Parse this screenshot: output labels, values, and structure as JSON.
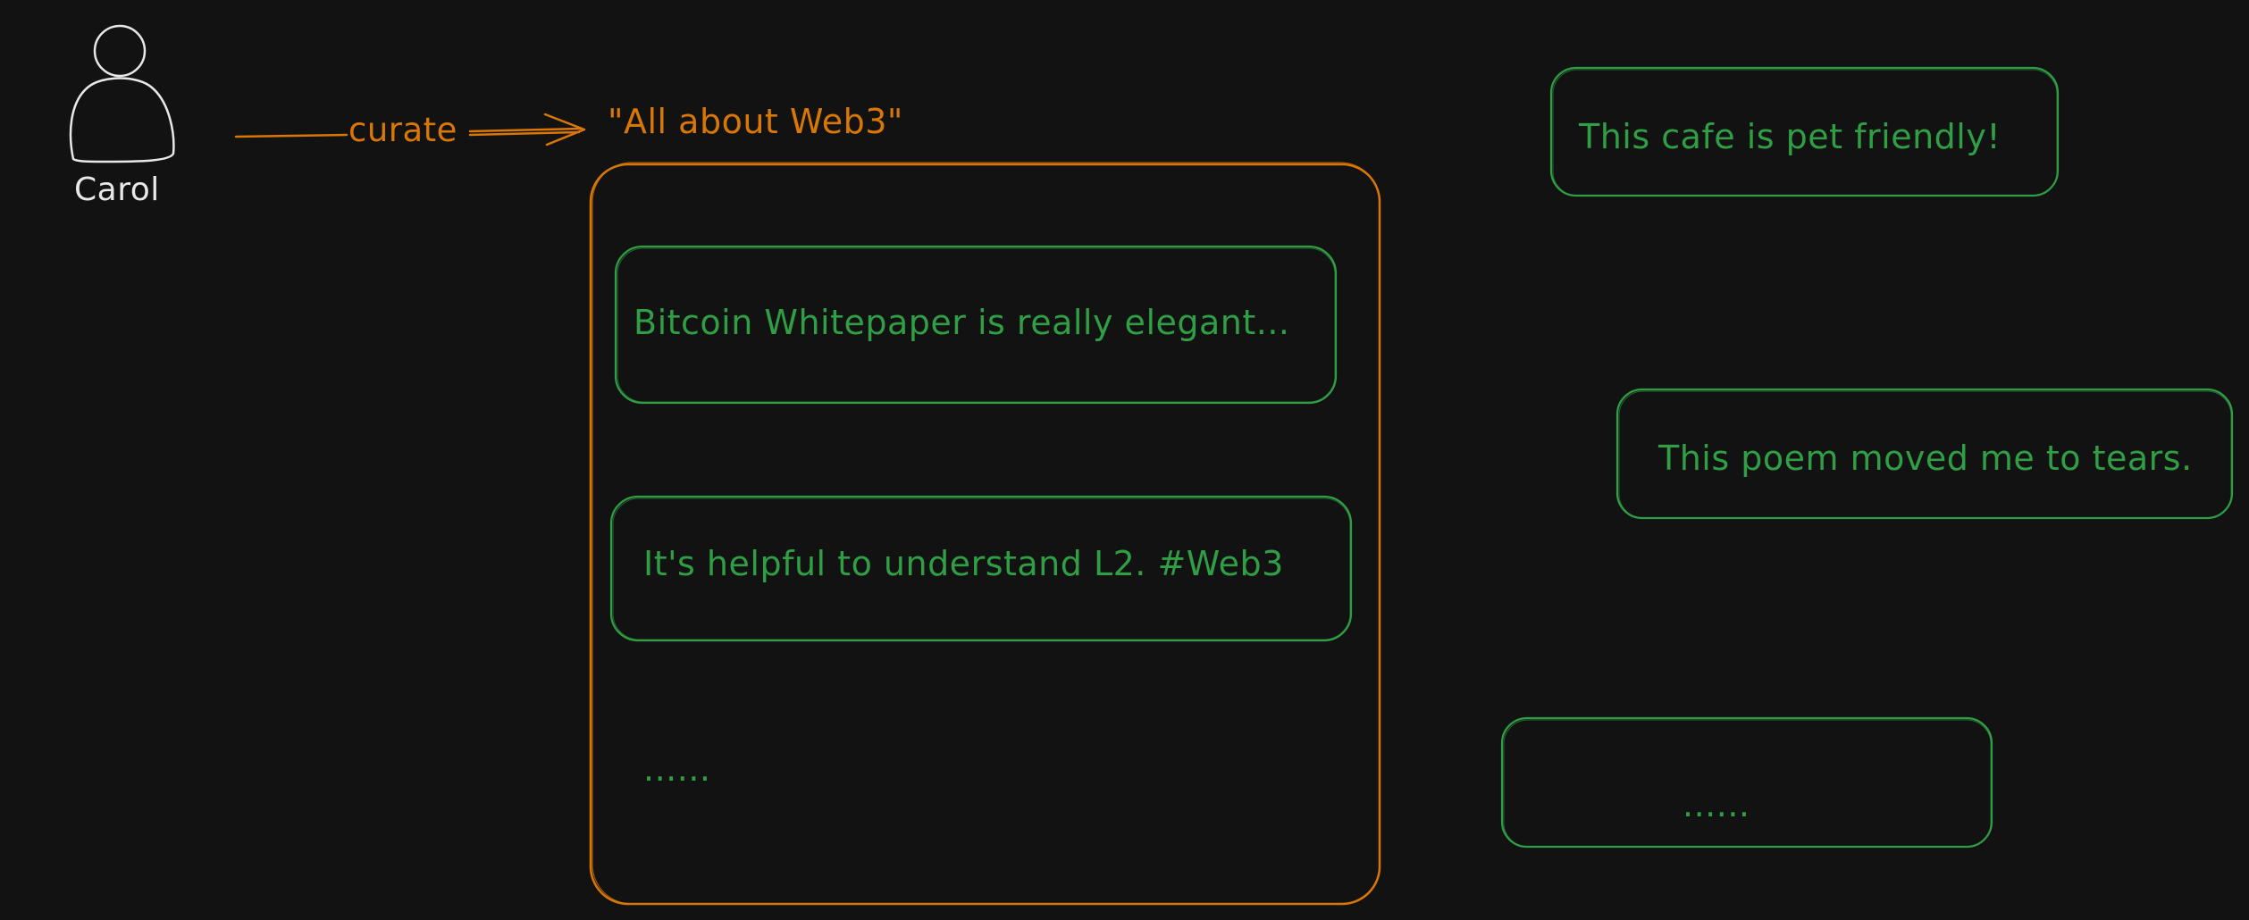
{
  "colors": {
    "background": "#121212",
    "person": "#e8e8e8",
    "curation": "#d97706",
    "post": "#2f9e44"
  },
  "person": {
    "name": "Carol",
    "icon": "person-icon"
  },
  "curate_arrow": {
    "label": "curate"
  },
  "collection": {
    "title": "\"All about Web3\"",
    "posts": [
      "Bitcoin Whitepaper is really elegant...",
      "It's helpful to understand L2. #Web3",
      "......"
    ]
  },
  "other_posts": [
    "This cafe is pet friendly!",
    "This poem moved me to tears.",
    "......"
  ]
}
